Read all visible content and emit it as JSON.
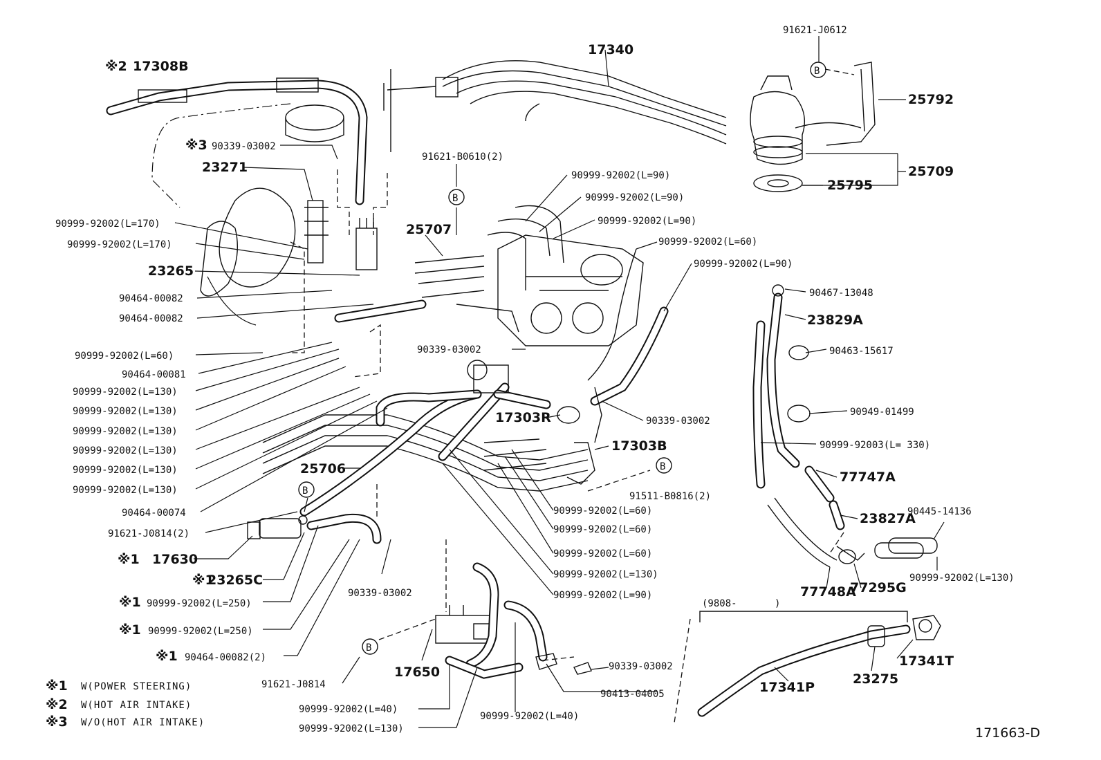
{
  "labels": [
    {
      "id": "p17308b",
      "text": "17308B"
    },
    {
      "id": "p90339a",
      "text": "90339-03002"
    },
    {
      "id": "p23271",
      "text": "23271"
    },
    {
      "id": "p90999_170a",
      "text": "90999-92002(L=170)"
    },
    {
      "id": "p90999_170b",
      "text": "90999-92002(L=170)"
    },
    {
      "id": "p23265",
      "text": "23265"
    },
    {
      "id": "p90464_82a",
      "text": "90464-00082"
    },
    {
      "id": "p90464_82b",
      "text": "90464-00082"
    },
    {
      "id": "p90999_60a",
      "text": "90999-92002(L=60)"
    },
    {
      "id": "p90464_81",
      "text": "90464-00081"
    },
    {
      "id": "p90999_130a",
      "text": "90999-92002(L=130)"
    },
    {
      "id": "p90999_130b",
      "text": "90999-92002(L=130)"
    },
    {
      "id": "p90999_130c",
      "text": "90999-92002(L=130)"
    },
    {
      "id": "p90999_130d",
      "text": "90999-92002(L=130)"
    },
    {
      "id": "p90999_130e",
      "text": "90999-92002(L=130)"
    },
    {
      "id": "p90999_130f",
      "text": "90999-92002(L=130)"
    },
    {
      "id": "p90464_74",
      "text": "90464-00074"
    },
    {
      "id": "p91621_j0814_2",
      "text": "91621-J0814(2)"
    },
    {
      "id": "p17630",
      "text": "17630"
    },
    {
      "id": "p23265c",
      "text": "23265C"
    },
    {
      "id": "p90999_250a",
      "text": "90999-92002(L=250)"
    },
    {
      "id": "p90999_250b",
      "text": "90999-92002(L=250)"
    },
    {
      "id": "p90464_82_2",
      "text": "90464-00082(2)"
    },
    {
      "id": "p91621_j0814",
      "text": "91621-J0814"
    },
    {
      "id": "p17340",
      "text": "17340"
    },
    {
      "id": "p91621_b0610",
      "text": "91621-B0610(2)"
    },
    {
      "id": "p25707",
      "text": "25707"
    },
    {
      "id": "p90339b",
      "text": "90339-03002"
    },
    {
      "id": "p25706",
      "text": "25706"
    },
    {
      "id": "p90339c",
      "text": "90339-03002"
    },
    {
      "id": "p17650",
      "text": "17650"
    },
    {
      "id": "p90999_40a",
      "text": "90999-92002(L=40)"
    },
    {
      "id": "p90999_130g",
      "text": "90999-92002(L=130)"
    },
    {
      "id": "p90999_40b",
      "text": "90999-92002(L=40)"
    },
    {
      "id": "p90413",
      "text": "90413-04005"
    },
    {
      "id": "p90339d",
      "text": "90339-03002"
    },
    {
      "id": "p91621_j0612",
      "text": "91621-J0612"
    },
    {
      "id": "p25792",
      "text": "25792"
    },
    {
      "id": "p25709",
      "text": "25709"
    },
    {
      "id": "p25795",
      "text": "25795"
    },
    {
      "id": "p90999_90a",
      "text": "90999-92002(L=90)"
    },
    {
      "id": "p90999_90b",
      "text": "90999-92002(L=90)"
    },
    {
      "id": "p90999_90c",
      "text": "90999-92002(L=90)"
    },
    {
      "id": "p90999_60b",
      "text": "90999-92002(L=60)"
    },
    {
      "id": "p90999_90d",
      "text": "90999-92002(L=90)"
    },
    {
      "id": "p90467",
      "text": "90467-13048"
    },
    {
      "id": "p23829a",
      "text": "23829A"
    },
    {
      "id": "p90463",
      "text": "90463-15617"
    },
    {
      "id": "p90949",
      "text": "90949-01499"
    },
    {
      "id": "p90999_92003",
      "text": "90999-92003(L= 330)"
    },
    {
      "id": "p90339e",
      "text": "90339-03002"
    },
    {
      "id": "p17303r",
      "text": "17303R"
    },
    {
      "id": "p17303b",
      "text": "17303B"
    },
    {
      "id": "p91511",
      "text": "91511-B0816(2)"
    },
    {
      "id": "p77747a",
      "text": "77747A"
    },
    {
      "id": "p23827a",
      "text": "23827A"
    },
    {
      "id": "p90445",
      "text": "90445-14136"
    },
    {
      "id": "p90999_60c",
      "text": "90999-92002(L=60)"
    },
    {
      "id": "p90999_60d",
      "text": "90999-92002(L=60)"
    },
    {
      "id": "p90999_60e",
      "text": "90999-92002(L=60)"
    },
    {
      "id": "p90999_130h",
      "text": "90999-92002(L=130)"
    },
    {
      "id": "p90999_90e",
      "text": "90999-92002(L=90)"
    },
    {
      "id": "p90999_130i",
      "text": "90999-92002(L=130)"
    },
    {
      "id": "p77748a",
      "text": "77748A"
    },
    {
      "id": "p77295g",
      "text": "77295G"
    },
    {
      "id": "p9808",
      "text": "(9808-"
    },
    {
      "id": "p9808end",
      "text": ")"
    },
    {
      "id": "p17341t",
      "text": "17341T"
    },
    {
      "id": "p23275",
      "text": "23275"
    },
    {
      "id": "p17341p",
      "text": "17341P"
    }
  ],
  "markers": {
    "note1": "※1",
    "note2": "※2",
    "note3": "※3",
    "ref_b": "B"
  },
  "footnotes": [
    {
      "mark": "※1",
      "text": "W(POWER STEERING)"
    },
    {
      "mark": "※2",
      "text": "W(HOT AIR INTAKE)"
    },
    {
      "mark": "※3",
      "text": "W/O(HOT AIR INTAKE)"
    }
  ],
  "diagram_id": "171663-D"
}
